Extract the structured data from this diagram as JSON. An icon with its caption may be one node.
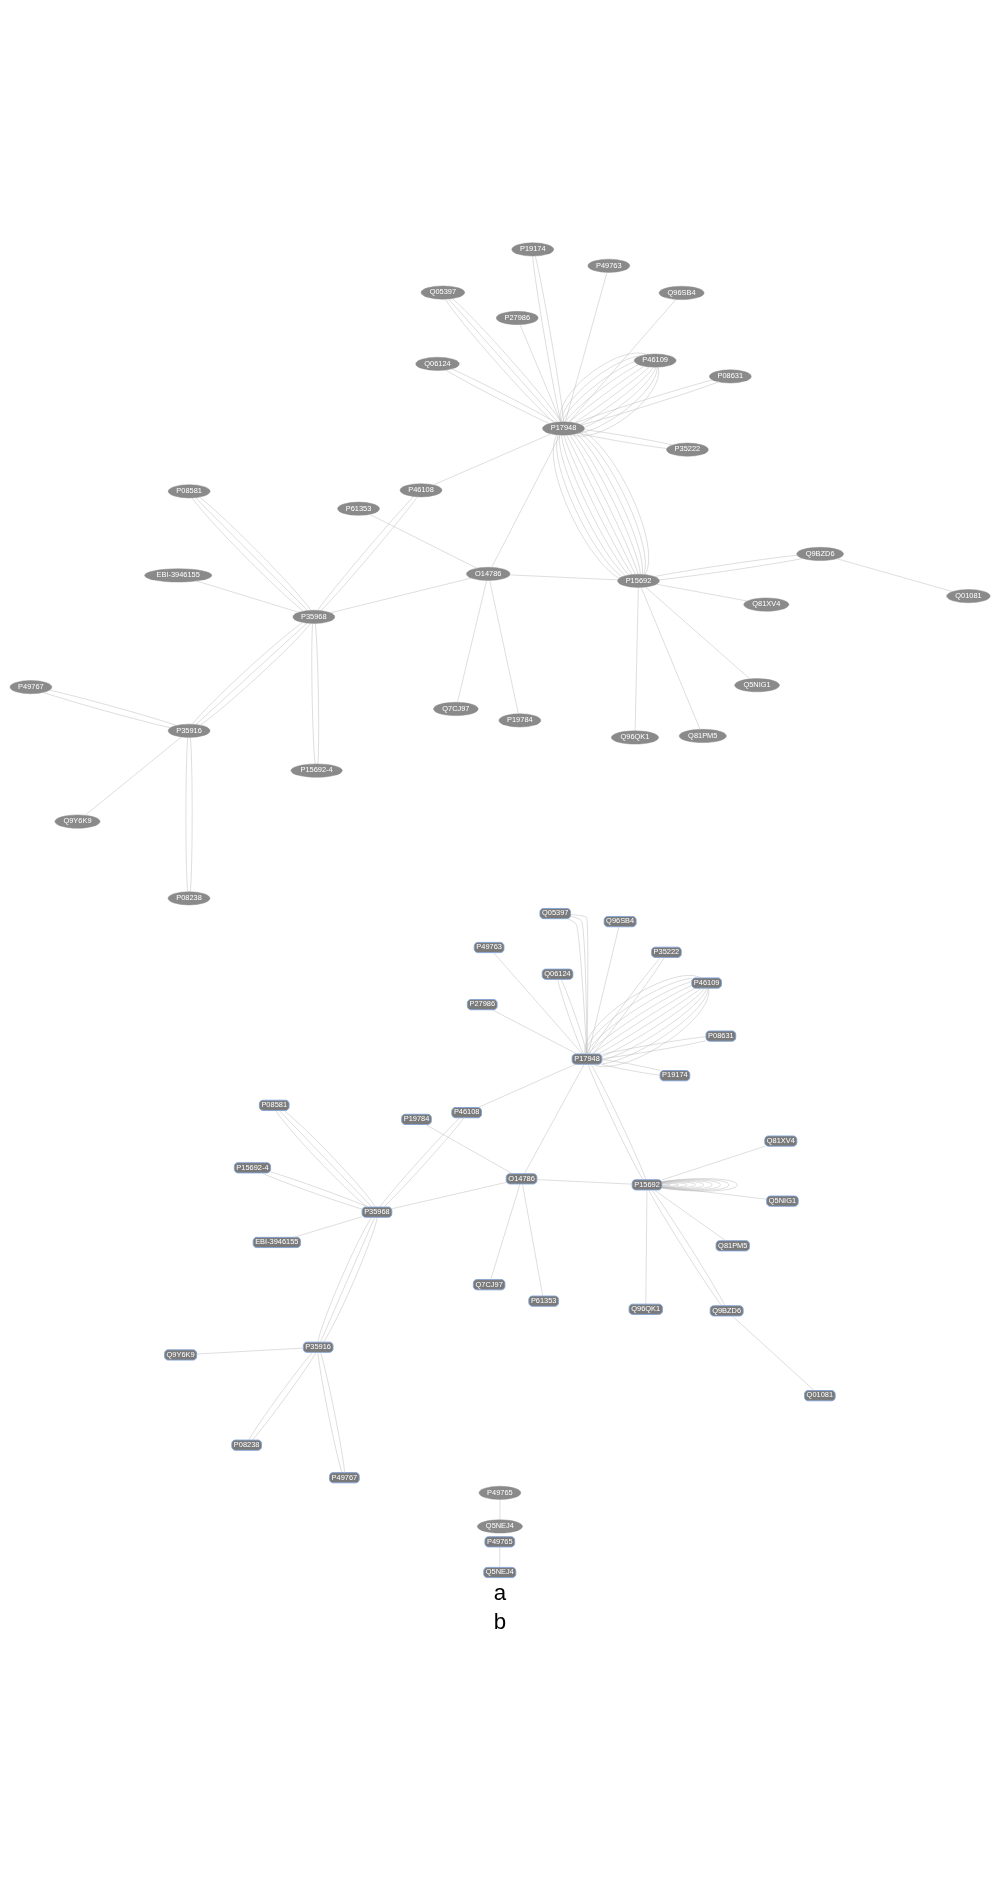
{
  "diagram": {
    "nodes": [
      {
        "text": [
          "P49767"
        ]
      },
      {
        "text": [
          "P35916"
        ]
      },
      {
        "text": [
          "P15692-4"
        ]
      },
      {
        "text": [
          "P08581"
        ]
      },
      {
        "text": [
          "EBI-3946155"
        ]
      },
      {
        "text": [
          "Q96SB4"
        ]
      },
      {
        "text": [
          "P49763"
        ]
      },
      {
        "text": [
          "P17948"
        ]
      },
      {
        "text": [
          "P15692"
        ]
      },
      {
        "text": [
          "P46109"
        ]
      },
      {
        "text": [
          "O14786"
        ]
      },
      {
        "text": [
          "P08631"
        ]
      },
      {
        "text": [
          "P35968"
        ]
      },
      {
        "text": [
          "Q06124"
        ]
      },
      {
        "text": [
          "P49765"
        ]
      },
      {
        "text": [
          "Q05397"
        ]
      },
      {
        "text": [
          "Q5NEJ4"
        ]
      },
      {
        "text": [
          "P19174"
        ]
      },
      {
        "text": [
          "Q9Y6K9"
        ]
      },
      {
        "text": [
          "P27986"
        ]
      },
      {
        "text": [
          "P08238"
        ]
      },
      {
        "text": [
          "P35222"
        ]
      },
      {
        "text": [
          "Q7CJ97"
        ]
      },
      {
        "text": [
          "P46108"
        ]
      },
      {
        "text": [
          "P19784"
        ]
      },
      {
        "text": [
          "Q9BZD6"
        ]
      },
      {
        "text": [
          "P61353"
        ]
      },
      {
        "text": [
          "Q96QK1"
        ]
      },
      {
        "text": [
          "Q5NIG1"
        ]
      },
      {
        "text": [
          "Q01081"
        ]
      },
      {
        "text": [
          "Q81XV4"
        ]
      },
      {
        "text": [
          "Q81PM5"
        ]
      },
      {
        "text": [
          "Q9Y6K9"
        ]
      },
      {
        "text": [
          "P49765"
        ]
      },
      {
        "text": [
          "P08238"
        ]
      },
      {
        "text": [
          "P35916"
        ]
      },
      {
        "text": [
          "P08581"
        ]
      },
      {
        "text": [
          "P15692-4"
        ]
      },
      {
        "text": [
          "Q5NEJ4"
        ]
      },
      {
        "text": [
          "P49767"
        ]
      },
      {
        "text": [
          "Q96SB4"
        ]
      },
      {
        "text": [
          "P35968"
        ]
      },
      {
        "text": [
          "EBI-3946155"
        ]
      },
      {
        "text": [
          "P46108"
        ]
      },
      {
        "text": [
          "P35222"
        ]
      },
      {
        "text": [
          "P46109"
        ]
      },
      {
        "text": [
          "P49763"
        ]
      },
      {
        "text": [
          "P27986"
        ]
      },
      {
        "text": [
          "P17948"
        ]
      },
      {
        "text": [
          "Q05397"
        ]
      },
      {
        "text": [
          "Q96QK1"
        ]
      },
      {
        "text": [
          "Q06124"
        ]
      },
      {
        "text": [
          "Q81XV4"
        ]
      },
      {
        "text": [
          "P08631"
        ]
      },
      {
        "text": [
          "P19174"
        ]
      },
      {
        "text": [
          "P15692"
        ]
      },
      {
        "text": [
          "O14786"
        ]
      },
      {
        "text": [
          "Q9BZD6"
        ]
      },
      {
        "text": [
          "P19784"
        ]
      },
      {
        "text": [
          "Q01081"
        ]
      },
      {
        "text": [
          "Q7CJ97"
        ]
      },
      {
        "text": [
          "P61353"
        ]
      },
      {
        "text": [
          "Q5NIG1"
        ]
      },
      {
        "text": [
          "Q81PM5"
        ]
      }
    ],
    "edges": [
      {
        "from": 1,
        "to": 18,
        "arrow": "none"
      },
      {
        "from": 1,
        "to": 20,
        "arrow": "none"
      },
      {
        "from": 1,
        "to": 20,
        "arrow": "none"
      },
      {
        "from": 1,
        "to": 0,
        "arrow": "none"
      },
      {
        "from": 1,
        "to": 0,
        "arrow": "none"
      },
      {
        "from": 1,
        "to": 12,
        "arrow": "none"
      },
      {
        "from": 1,
        "to": 12,
        "arrow": "none"
      },
      {
        "from": 1,
        "to": 12,
        "arrow": "none"
      },
      {
        "from": 14,
        "to": 16,
        "arrow": "none"
      },
      {
        "from": 3,
        "to": 12,
        "arrow": "none"
      },
      {
        "from": 3,
        "to": 12,
        "arrow": "none"
      },
      {
        "from": 3,
        "to": 12,
        "arrow": "none"
      },
      {
        "from": 2,
        "to": 12,
        "arrow": "none"
      },
      {
        "from": 2,
        "to": 12,
        "arrow": "none"
      },
      {
        "from": 12,
        "to": 4,
        "arrow": "none"
      },
      {
        "from": 12,
        "to": 23,
        "arrow": "none"
      },
      {
        "from": 12,
        "to": 23,
        "arrow": "none"
      },
      {
        "from": 12,
        "to": 10,
        "arrow": "none"
      },
      {
        "from": 23,
        "to": 7,
        "arrow": "none"
      },
      {
        "from": 5,
        "to": 7,
        "arrow": "none"
      },
      {
        "from": 21,
        "to": 7,
        "arrow": "none"
      },
      {
        "from": 21,
        "to": 7,
        "arrow": "none"
      },
      {
        "from": 9,
        "to": 7,
        "arrow": "none"
      },
      {
        "from": 9,
        "to": 7,
        "arrow": "none"
      },
      {
        "from": 9,
        "to": 7,
        "arrow": "none"
      },
      {
        "from": 9,
        "to": 7,
        "arrow": "none"
      },
      {
        "from": 9,
        "to": 7,
        "arrow": "none"
      },
      {
        "from": 9,
        "to": 7,
        "arrow": "none"
      },
      {
        "from": 9,
        "to": 7,
        "arrow": "none"
      },
      {
        "from": 9,
        "to": 7,
        "arrow": "none"
      },
      {
        "from": 9,
        "to": 7,
        "arrow": "none"
      },
      {
        "from": 9,
        "to": 7,
        "arrow": "none"
      },
      {
        "from": 6,
        "to": 7,
        "arrow": "none"
      },
      {
        "from": 19,
        "to": 7,
        "arrow": "none"
      },
      {
        "from": 15,
        "to": 7,
        "arrow": "none"
      },
      {
        "from": 15,
        "to": 7,
        "arrow": "none"
      },
      {
        "from": 15,
        "to": 7,
        "arrow": "none"
      },
      {
        "from": 13,
        "to": 7,
        "arrow": "none"
      },
      {
        "from": 13,
        "to": 7,
        "arrow": "none"
      },
      {
        "from": 11,
        "to": 7,
        "arrow": "none"
      },
      {
        "from": 11,
        "to": 7,
        "arrow": "none"
      },
      {
        "from": 17,
        "to": 7,
        "arrow": "none"
      },
      {
        "from": 17,
        "to": 7,
        "arrow": "none"
      },
      {
        "from": 7,
        "to": 8,
        "arrow": "none"
      },
      {
        "from": 7,
        "to": 8,
        "arrow": "none"
      },
      {
        "from": 7,
        "to": 8,
        "arrow": "none"
      },
      {
        "from": 7,
        "to": 8,
        "arrow": "none"
      },
      {
        "from": 7,
        "to": 8,
        "arrow": "none"
      },
      {
        "from": 7,
        "to": 8,
        "arrow": "none"
      },
      {
        "from": 7,
        "to": 8,
        "arrow": "none"
      },
      {
        "from": 7,
        "to": 8,
        "arrow": "none"
      },
      {
        "from": 7,
        "to": 8,
        "arrow": "none"
      },
      {
        "from": 7,
        "to": 8,
        "arrow": "none"
      },
      {
        "from": 7,
        "to": 8,
        "arrow": "none"
      },
      {
        "from": 7,
        "to": 10,
        "arrow": "none"
      },
      {
        "from": 8,
        "to": 27,
        "arrow": "none"
      },
      {
        "from": 8,
        "to": 30,
        "arrow": "none"
      },
      {
        "from": 8,
        "to": 25,
        "arrow": "none"
      },
      {
        "from": 8,
        "to": 25,
        "arrow": "none"
      },
      {
        "from": 25,
        "to": 29,
        "arrow": "none"
      },
      {
        "from": 8,
        "to": 28,
        "arrow": "none"
      },
      {
        "from": 8,
        "to": 31,
        "arrow": "none"
      },
      {
        "from": 8,
        "to": 10,
        "arrow": "none"
      },
      {
        "from": 10,
        "to": 22,
        "arrow": "none"
      },
      {
        "from": 10,
        "to": 24,
        "arrow": "none"
      },
      {
        "from": 10,
        "to": 26,
        "arrow": "none"
      },
      {
        "from": 35,
        "to": 32,
        "arrow": "none"
      },
      {
        "from": 35,
        "to": 34,
        "arrow": "none"
      },
      {
        "from": 35,
        "to": 34,
        "arrow": "none"
      },
      {
        "from": 35,
        "to": 39,
        "arrow": "none"
      },
      {
        "from": 35,
        "to": 39,
        "arrow": "none"
      },
      {
        "from": 35,
        "to": 41,
        "arrow": "none"
      },
      {
        "from": 35,
        "to": 41,
        "arrow": "none"
      },
      {
        "from": 35,
        "to": 41,
        "arrow": "none"
      },
      {
        "from": 33,
        "to": 38,
        "arrow": "none"
      },
      {
        "from": 36,
        "to": 41,
        "arrow": "none"
      },
      {
        "from": 36,
        "to": 41,
        "arrow": "none"
      },
      {
        "from": 36,
        "to": 41,
        "arrow": "none"
      },
      {
        "from": 37,
        "to": 41,
        "arrow": "none"
      },
      {
        "from": 37,
        "to": 41,
        "arrow": "none"
      },
      {
        "from": 41,
        "to": 42,
        "arrow": "none"
      },
      {
        "from": 41,
        "to": 43,
        "arrow": "none"
      },
      {
        "from": 41,
        "to": 43,
        "arrow": "none"
      },
      {
        "from": 41,
        "to": 56,
        "arrow": "none"
      },
      {
        "from": 43,
        "to": 48,
        "arrow": "none"
      },
      {
        "from": 40,
        "to": 48,
        "arrow": "none"
      },
      {
        "from": 44,
        "to": 48,
        "arrow": "none"
      },
      {
        "from": 44,
        "to": 48,
        "arrow": "none"
      },
      {
        "from": 45,
        "to": 48,
        "arrow": "none"
      },
      {
        "from": 45,
        "to": 48,
        "arrow": "none"
      },
      {
        "from": 45,
        "to": 48,
        "arrow": "none"
      },
      {
        "from": 45,
        "to": 48,
        "arrow": "none"
      },
      {
        "from": 45,
        "to": 48,
        "arrow": "none"
      },
      {
        "from": 45,
        "to": 48,
        "arrow": "none"
      },
      {
        "from": 45,
        "to": 48,
        "arrow": "none"
      },
      {
        "from": 45,
        "to": 48,
        "arrow": "none"
      },
      {
        "from": 45,
        "to": 48,
        "arrow": "none"
      },
      {
        "from": 45,
        "to": 48,
        "arrow": "none"
      },
      {
        "from": 46,
        "to": 48,
        "arrow": "none"
      },
      {
        "from": 47,
        "to": 48,
        "arrow": "none"
      },
      {
        "from": 49,
        "to": 48,
        "arrow": "none"
      },
      {
        "from": 49,
        "to": 48,
        "arrow": "none"
      },
      {
        "from": 49,
        "to": 48,
        "arrow": "none"
      },
      {
        "from": 51,
        "to": 48,
        "arrow": "none"
      },
      {
        "from": 51,
        "to": 48,
        "arrow": "none"
      },
      {
        "from": 53,
        "to": 48,
        "arrow": "none"
      },
      {
        "from": 53,
        "to": 48,
        "arrow": "none"
      },
      {
        "from": 54,
        "to": 48,
        "arrow": "none"
      },
      {
        "from": 54,
        "to": 48,
        "arrow": "none"
      },
      {
        "from": 48,
        "to": 55,
        "arrow": "none"
      },
      {
        "from": 48,
        "to": 55,
        "arrow": "none"
      },
      {
        "from": 48,
        "to": 56,
        "arrow": "none"
      },
      {
        "from": 55,
        "to": 55,
        "arrow": "none"
      },
      {
        "from": 55,
        "to": 55,
        "arrow": "none"
      },
      {
        "from": 55,
        "to": 55,
        "arrow": "none"
      },
      {
        "from": 55,
        "to": 55,
        "arrow": "none"
      },
      {
        "from": 55,
        "to": 55,
        "arrow": "none"
      },
      {
        "from": 55,
        "to": 55,
        "arrow": "none"
      },
      {
        "from": 55,
        "to": 55,
        "arrow": "none"
      },
      {
        "from": 55,
        "to": 55,
        "arrow": "none"
      },
      {
        "from": 55,
        "to": 55,
        "arrow": "none"
      },
      {
        "from": 55,
        "to": 50,
        "arrow": "none"
      },
      {
        "from": 55,
        "to": 52,
        "arrow": "none"
      },
      {
        "from": 55,
        "to": 57,
        "arrow": "none"
      },
      {
        "from": 55,
        "to": 57,
        "arrow": "none"
      },
      {
        "from": 57,
        "to": 59,
        "arrow": "none"
      },
      {
        "from": 55,
        "to": 62,
        "arrow": "none"
      },
      {
        "from": 55,
        "to": 63,
        "arrow": "none"
      },
      {
        "from": 55,
        "to": 56,
        "arrow": "none"
      },
      {
        "from": 56,
        "to": 60,
        "arrow": "none"
      },
      {
        "from": 56,
        "to": 58,
        "arrow": "none"
      },
      {
        "from": 56,
        "to": 61,
        "arrow": "none"
      }
    ],
    "labels": [
      "a",
      "b"
    ]
  }
}
